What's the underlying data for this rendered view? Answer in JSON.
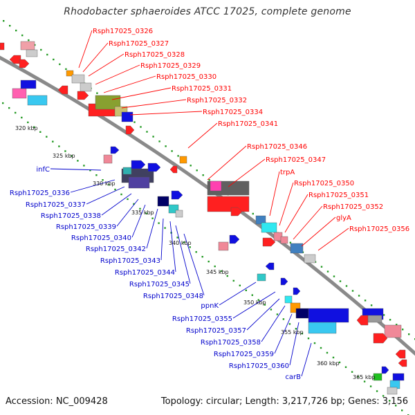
{
  "title": "Rhodobacter sphaeroides ATCC 17025, complete genome",
  "footer": {
    "accession": "Accession: NC_009428",
    "stats": "Topology: circular; Length: 3,217,726 bp; Genes: 3,156"
  },
  "colors": {
    "plus_label": "#ff0000",
    "minus_label": "#0000cc",
    "backbone": "#8a8a8a",
    "tick_dots": "#229922"
  },
  "ticks": [
    "320 kbp",
    "325 kbp",
    "330 kbp",
    "335 kbp",
    "340 kbp",
    "345 kbp",
    "350 kbp",
    "355 kbp",
    "360 kbp",
    "365 kbp"
  ],
  "plus_labels": [
    "Rsph17025_0326",
    "Rsph17025_0327",
    "Rsph17025_0328",
    "Rsph17025_0329",
    "Rsph17025_0330",
    "Rsph17025_0331",
    "Rsph17025_0332",
    "Rsph17025_0334",
    "Rsph17025_0341",
    "Rsph17025_0346",
    "Rsph17025_0347",
    "trpA",
    "Rsph17025_0350",
    "Rsph17025_0351",
    "Rsph17025_0352",
    "glyA",
    "Rsph17025_0356"
  ],
  "minus_labels": [
    "infC",
    "Rsph17025_0336",
    "Rsph17025_0337",
    "Rsph17025_0338",
    "Rsph17025_0339",
    "Rsph17025_0340",
    "Rsph17025_0342",
    "Rsph17025_0343",
    "Rsph17025_0344",
    "Rsph17025_0345",
    "Rsph17025_0348",
    "ppnK",
    "Rsph17025_0355",
    "Rsph17025_0357",
    "Rsph17025_0358",
    "Rsph17025_0359",
    "Rsph17025_0360",
    "carB"
  ]
}
